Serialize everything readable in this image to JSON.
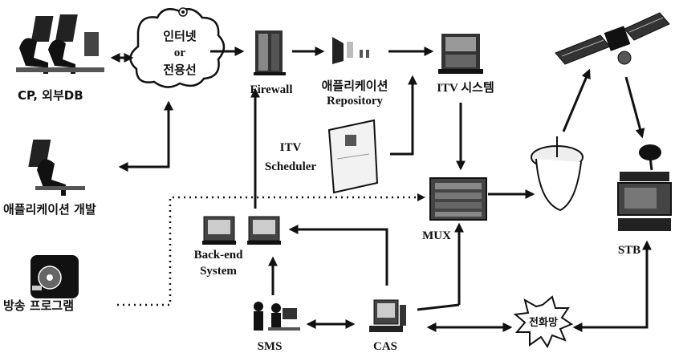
{
  "nodes": {
    "cp_db": "CP, 외부DB",
    "internet_line1": "인터넷",
    "internet_line2": "or",
    "internet_line3": "전용선",
    "firewall": "Firewall",
    "app_repo_line1": "애플리케이션",
    "app_repo_line2": "Repository",
    "itv_system": "ITV 시스템",
    "itv_scheduler_line1": "ITV",
    "itv_scheduler_line2": "Scheduler",
    "app_dev": "애플리케이션 개발",
    "backend_line1": "Back-end",
    "backend_line2": "System",
    "mux": "MUX",
    "stb": "STB",
    "broadcast_program": "방송 프로그램",
    "sms": "SMS",
    "cas": "CAS",
    "phone_network": "전화망"
  },
  "icons": [
    "pc-user-icon",
    "cloud-icon",
    "server-rack-icon",
    "cd-icon",
    "monitor-icon",
    "satellite-icon",
    "dish-icon",
    "film-reel-icon",
    "people-icon",
    "burst-icon"
  ]
}
